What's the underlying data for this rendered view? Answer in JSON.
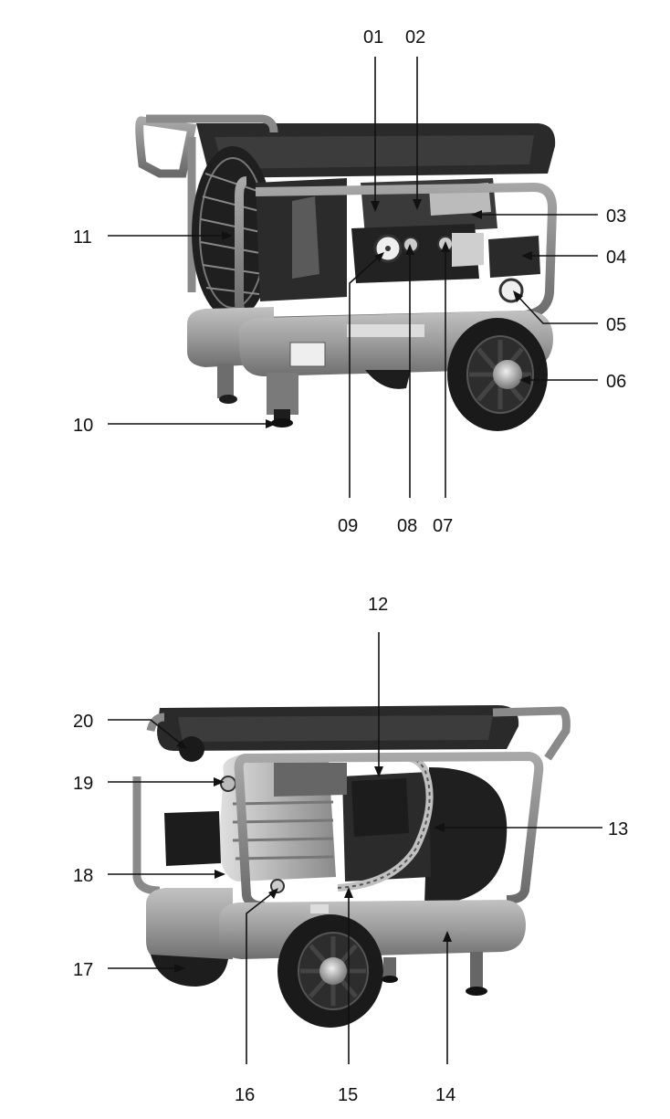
{
  "figure_top": {
    "labels": {
      "p01": "01",
      "p02": "02",
      "p03": "03",
      "p04": "04",
      "p05": "05",
      "p06": "06",
      "p07": "07",
      "p08": "08",
      "p09": "09",
      "p10": "10",
      "p11": "11"
    }
  },
  "figure_bottom": {
    "labels": {
      "p12": "12",
      "p13": "13",
      "p14": "14",
      "p15": "15",
      "p16": "16",
      "p17": "17",
      "p18": "18",
      "p19": "19",
      "p20": "20"
    }
  },
  "colors": {
    "frame": "#8a8a8a",
    "frame_dark": "#555555",
    "tank": "#9a9a9a",
    "tank_light": "#bdbdbd",
    "black": "#1a1a1a",
    "metal": "#cfcfcf"
  }
}
